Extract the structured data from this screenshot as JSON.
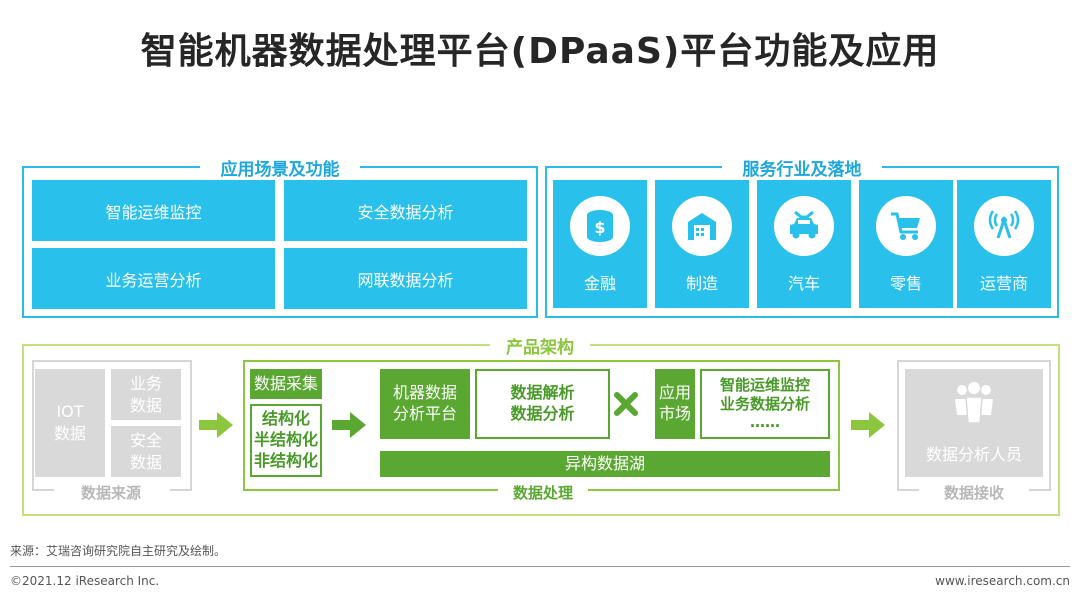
{
  "title": "智能机器数据处理平台(DPaaS)平台功能及应用",
  "scenarios": {
    "heading": "应用场景及功能",
    "items": [
      "智能运维监控",
      "安全数据分析",
      "业务运营分析",
      "网联数据分析"
    ]
  },
  "industries": {
    "heading": "服务行业及落地",
    "items": [
      "金融",
      "制造",
      "汽车",
      "零售",
      "运营商"
    ]
  },
  "architecture": {
    "heading": "产品架构",
    "sources": {
      "caption": "数据来源",
      "iot": "IOT\n数据",
      "business": "业务\n数据",
      "security": "安全\n数据"
    },
    "processing": {
      "caption": "数据处理",
      "collect": "数据采集",
      "types": "结构化\n半结构化\n非结构化",
      "platform": "机器数据\n分析平台",
      "parse": "数据解析\n数据分析",
      "market": "应用\n市场",
      "apps": "智能运维监控\n业务数据分析\n……",
      "lake": "异构数据湖"
    },
    "receiving": {
      "caption": "数据接收",
      "analysts": "数据分析人员"
    }
  },
  "source_note": "来源：艾瑞咨询研究院自主研究及绘制。",
  "copyright": "©2021.12 iResearch Inc.",
  "website": "www.iresearch.com.cn",
  "colors": {
    "cyan": "#29c0ec",
    "green": "#5aa832",
    "light_green": "#8cc63f",
    "grey": "#d9d9d9"
  }
}
